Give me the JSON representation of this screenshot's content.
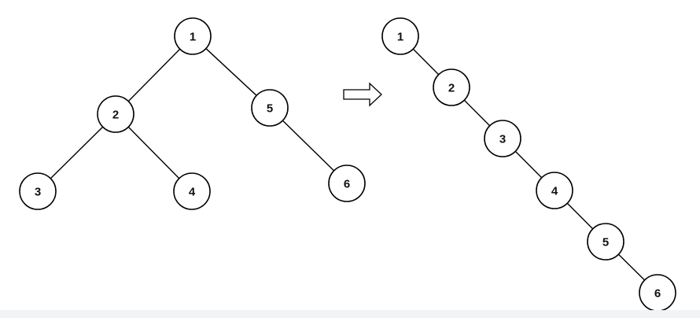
{
  "diagram": {
    "original_tree": {
      "nodes": [
        {
          "id": "n1",
          "label": "1"
        },
        {
          "id": "n2",
          "label": "2"
        },
        {
          "id": "n5",
          "label": "5"
        },
        {
          "id": "n3",
          "label": "3"
        },
        {
          "id": "n4",
          "label": "4"
        },
        {
          "id": "n6",
          "label": "6"
        }
      ],
      "edges": [
        {
          "from": "n1",
          "to": "n2"
        },
        {
          "from": "n1",
          "to": "n5"
        },
        {
          "from": "n2",
          "to": "n3"
        },
        {
          "from": "n2",
          "to": "n4"
        },
        {
          "from": "n5",
          "to": "n6"
        }
      ]
    },
    "flattened_list": {
      "nodes": [
        {
          "id": "f1",
          "label": "1"
        },
        {
          "id": "f2",
          "label": "2"
        },
        {
          "id": "f3",
          "label": "3"
        },
        {
          "id": "f4",
          "label": "4"
        },
        {
          "id": "f5",
          "label": "5"
        },
        {
          "id": "f6",
          "label": "6"
        }
      ],
      "edges": [
        {
          "from": "f1",
          "to": "f2"
        },
        {
          "from": "f2",
          "to": "f3"
        },
        {
          "from": "f3",
          "to": "f4"
        },
        {
          "from": "f4",
          "to": "f5"
        },
        {
          "from": "f5",
          "to": "f6"
        }
      ]
    }
  }
}
